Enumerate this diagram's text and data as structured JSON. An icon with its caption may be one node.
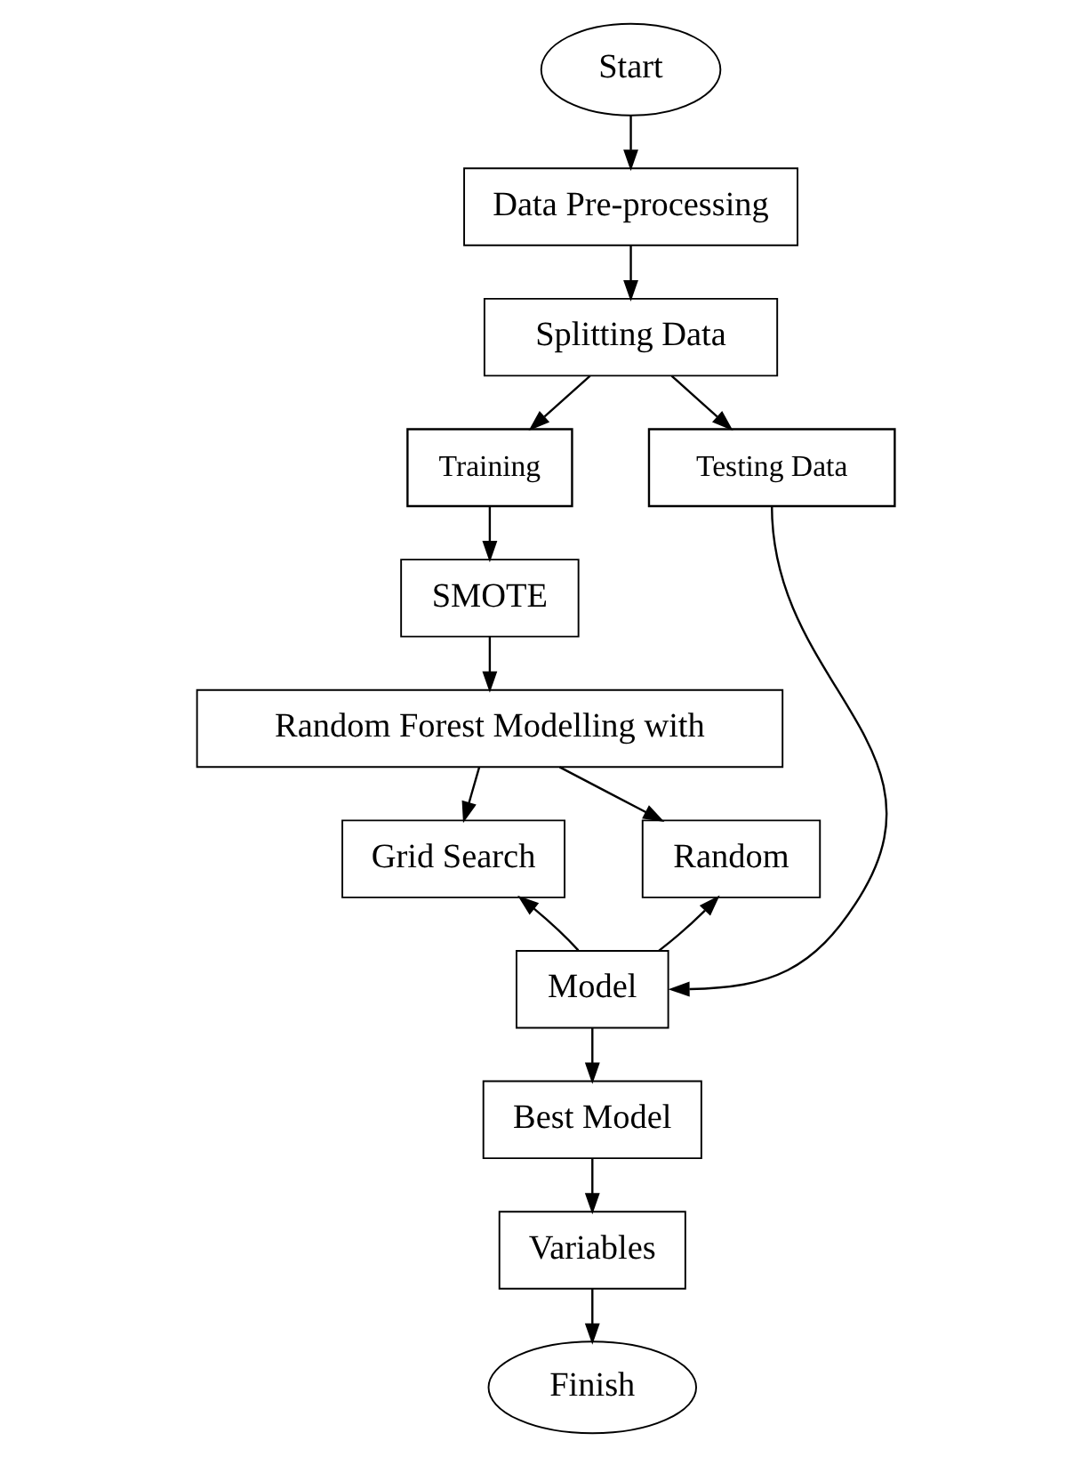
{
  "diagram": {
    "nodes": [
      {
        "text": [
          "Start"
        ]
      },
      {
        "text": [
          "Data Pre-processing"
        ]
      },
      {
        "text": [
          "Splitting Data"
        ]
      },
      {
        "text": [
          "Training"
        ]
      },
      {
        "text": [
          "Testing Data"
        ]
      },
      {
        "text": [
          "SMOTE"
        ]
      },
      {
        "text": [
          "Random Forest Modelling with"
        ]
      },
      {
        "text": [
          "Grid Search"
        ]
      },
      {
        "text": [
          "Random"
        ]
      },
      {
        "text": [
          "Model"
        ]
      },
      {
        "text": [
          "Best Model"
        ]
      },
      {
        "text": [
          "Variables"
        ]
      },
      {
        "text": [
          "Finish"
        ]
      }
    ],
    "edges": [
      {
        "from": 0,
        "to": 1,
        "arrow": "to"
      },
      {
        "from": 1,
        "to": 2,
        "arrow": "to"
      },
      {
        "from": 2,
        "to": 3,
        "arrow": "to"
      },
      {
        "from": 2,
        "to": 4,
        "arrow": "to"
      },
      {
        "from": 3,
        "to": 5,
        "arrow": "to"
      },
      {
        "from": 5,
        "to": 6,
        "arrow": "to"
      },
      {
        "from": 6,
        "to": 7,
        "arrow": "to"
      },
      {
        "from": 6,
        "to": 8,
        "arrow": "to"
      },
      {
        "from": 9,
        "to": 7,
        "arrow": "to"
      },
      {
        "from": 9,
        "to": 8,
        "arrow": "to"
      },
      {
        "from": 4,
        "to": 9,
        "arrow": "to"
      },
      {
        "from": 9,
        "to": 10,
        "arrow": "to"
      },
      {
        "from": 10,
        "to": 11,
        "arrow": "to"
      },
      {
        "from": 11,
        "to": 12,
        "arrow": "to"
      }
    ]
  }
}
